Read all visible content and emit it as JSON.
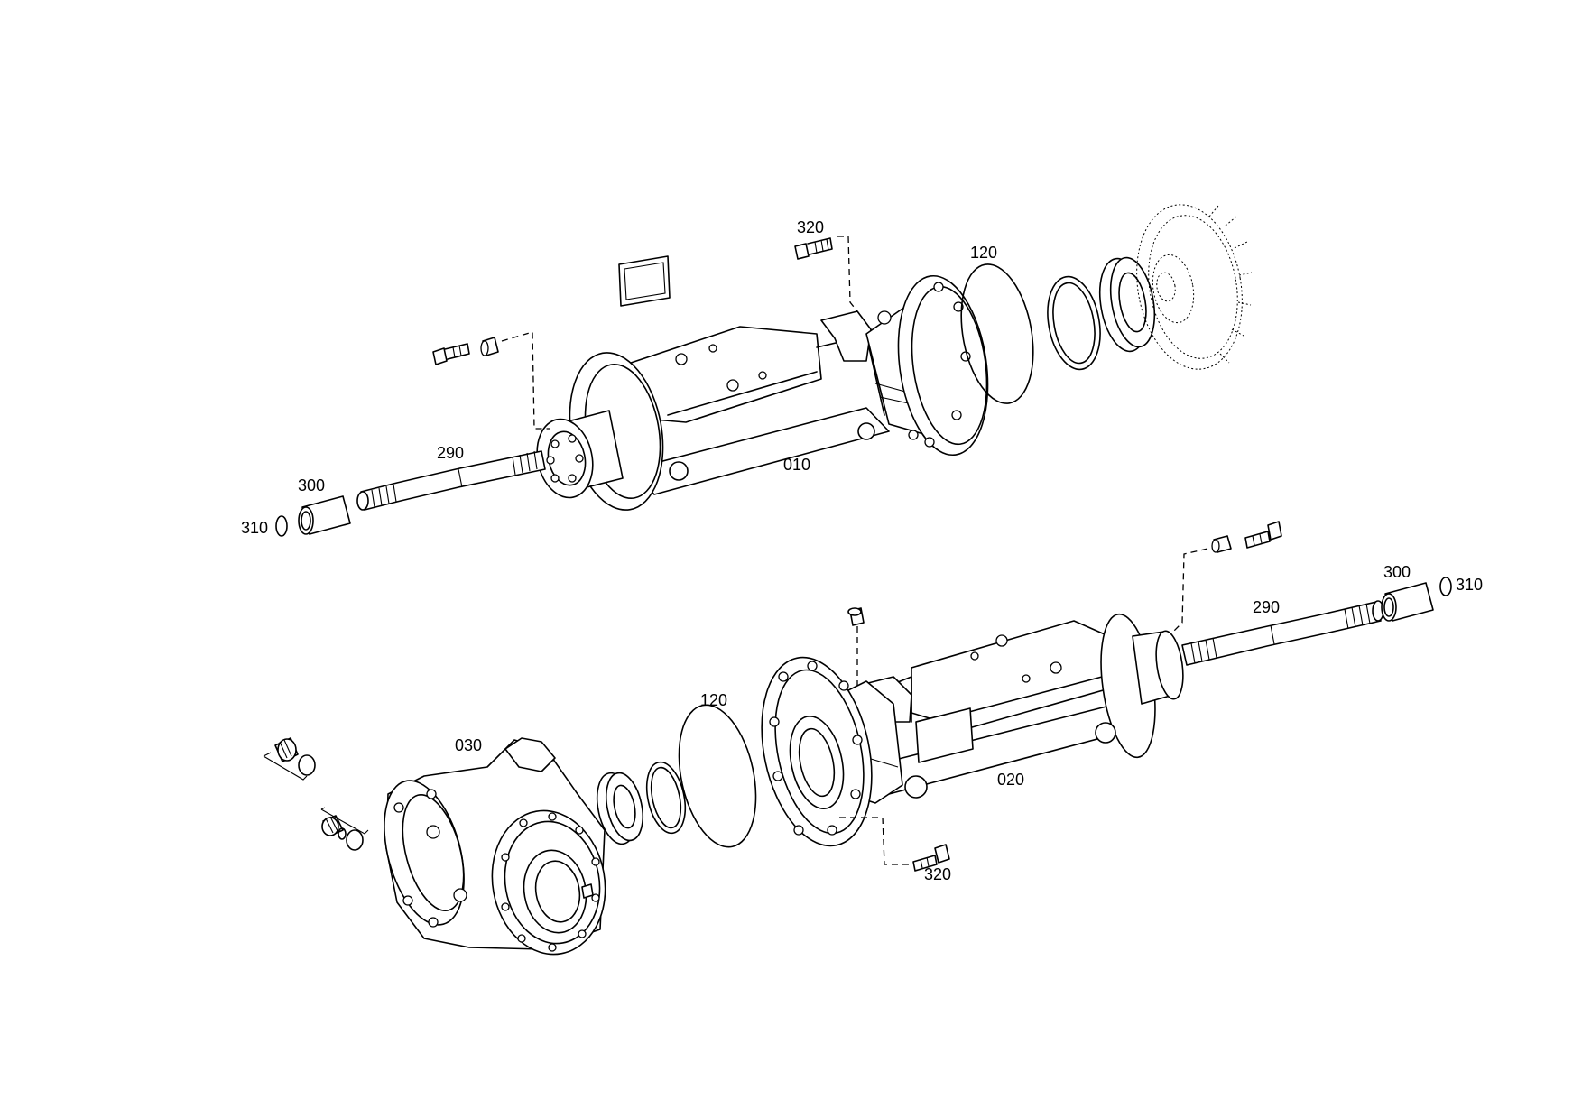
{
  "labels": {
    "upper_housing": "010",
    "upper_oring": "120",
    "upper_screw": "320",
    "upper_shaft": "290",
    "upper_bushing": "300",
    "upper_ring": "310",
    "lower_housing": "020",
    "lower_oring": "120",
    "lower_screw": "320",
    "lower_shaft": "290",
    "lower_bushing": "300",
    "lower_ring": "310",
    "end_housing": "030"
  }
}
